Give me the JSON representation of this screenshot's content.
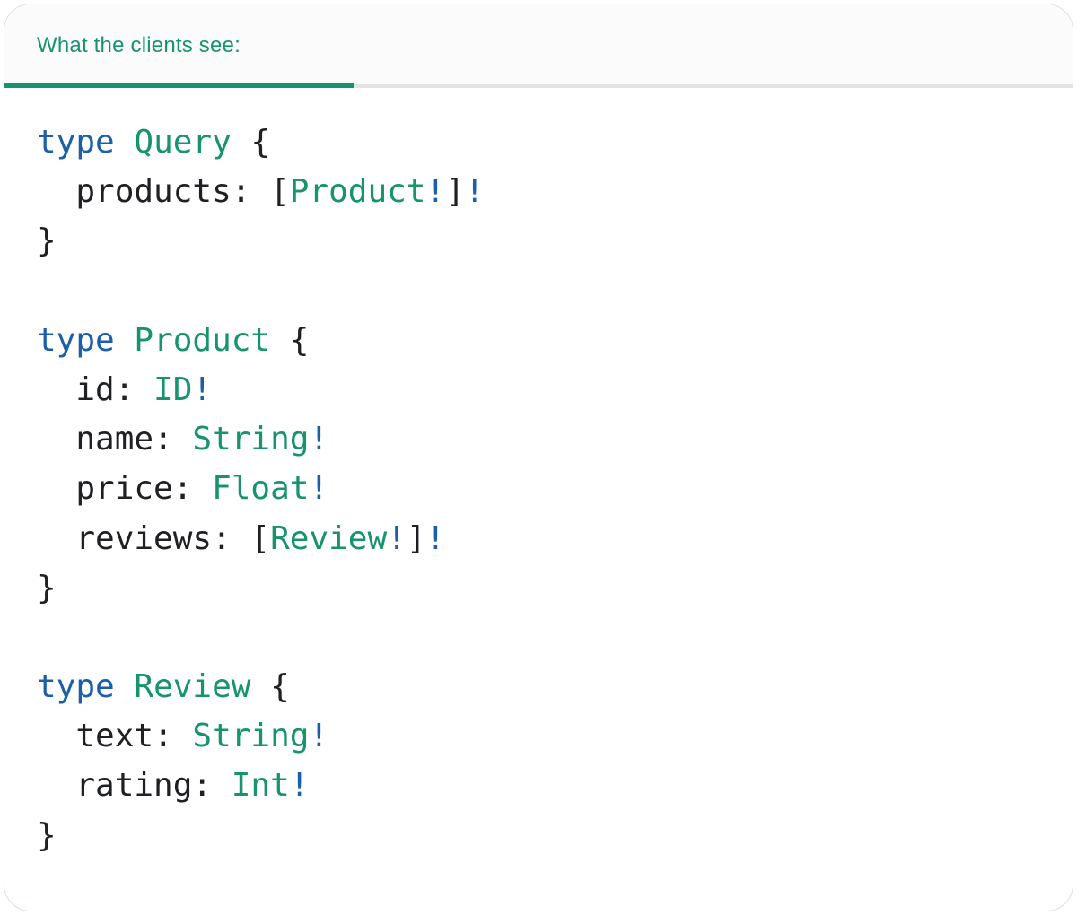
{
  "panel": {
    "header": {
      "label": "What the clients see:"
    },
    "colors": {
      "header_text": "#17946f",
      "active_underline": "#17946f",
      "divider": "#e4e4e4",
      "header_bg": "#fbfbfb",
      "panel_border": "#d3e5da",
      "keyword": "#1a5fa8",
      "type_name": "#17946f",
      "plain": "#1f2023",
      "bang": "#1a5fa8"
    },
    "code": {
      "lines": [
        {
          "tokens": [
            {
              "t": "type",
              "c": "keyword"
            },
            {
              "t": " ",
              "c": "plain"
            },
            {
              "t": "Query",
              "c": "type"
            },
            {
              "t": " {",
              "c": "plain"
            }
          ]
        },
        {
          "tokens": [
            {
              "t": "  products: [",
              "c": "plain"
            },
            {
              "t": "Product",
              "c": "type"
            },
            {
              "t": "!",
              "c": "bang"
            },
            {
              "t": "]",
              "c": "plain"
            },
            {
              "t": "!",
              "c": "bang"
            }
          ]
        },
        {
          "tokens": [
            {
              "t": "}",
              "c": "plain"
            }
          ]
        },
        {
          "tokens": []
        },
        {
          "tokens": [
            {
              "t": "type",
              "c": "keyword"
            },
            {
              "t": " ",
              "c": "plain"
            },
            {
              "t": "Product",
              "c": "type"
            },
            {
              "t": " {",
              "c": "plain"
            }
          ]
        },
        {
          "tokens": [
            {
              "t": "  id: ",
              "c": "plain"
            },
            {
              "t": "ID",
              "c": "type"
            },
            {
              "t": "!",
              "c": "bang"
            }
          ]
        },
        {
          "tokens": [
            {
              "t": "  name: ",
              "c": "plain"
            },
            {
              "t": "String",
              "c": "type"
            },
            {
              "t": "!",
              "c": "bang"
            }
          ]
        },
        {
          "tokens": [
            {
              "t": "  price: ",
              "c": "plain"
            },
            {
              "t": "Float",
              "c": "type"
            },
            {
              "t": "!",
              "c": "bang"
            }
          ]
        },
        {
          "tokens": [
            {
              "t": "  reviews: [",
              "c": "plain"
            },
            {
              "t": "Review",
              "c": "type"
            },
            {
              "t": "!",
              "c": "bang"
            },
            {
              "t": "]",
              "c": "plain"
            },
            {
              "t": "!",
              "c": "bang"
            }
          ]
        },
        {
          "tokens": [
            {
              "t": "}",
              "c": "plain"
            }
          ]
        },
        {
          "tokens": []
        },
        {
          "tokens": [
            {
              "t": "type",
              "c": "keyword"
            },
            {
              "t": " ",
              "c": "plain"
            },
            {
              "t": "Review",
              "c": "type"
            },
            {
              "t": " {",
              "c": "plain"
            }
          ]
        },
        {
          "tokens": [
            {
              "t": "  text: ",
              "c": "plain"
            },
            {
              "t": "String",
              "c": "type"
            },
            {
              "t": "!",
              "c": "bang"
            }
          ]
        },
        {
          "tokens": [
            {
              "t": "  rating: ",
              "c": "plain"
            },
            {
              "t": "Int",
              "c": "type"
            },
            {
              "t": "!",
              "c": "bang"
            }
          ]
        },
        {
          "tokens": [
            {
              "t": "}",
              "c": "plain"
            }
          ]
        }
      ]
    }
  }
}
